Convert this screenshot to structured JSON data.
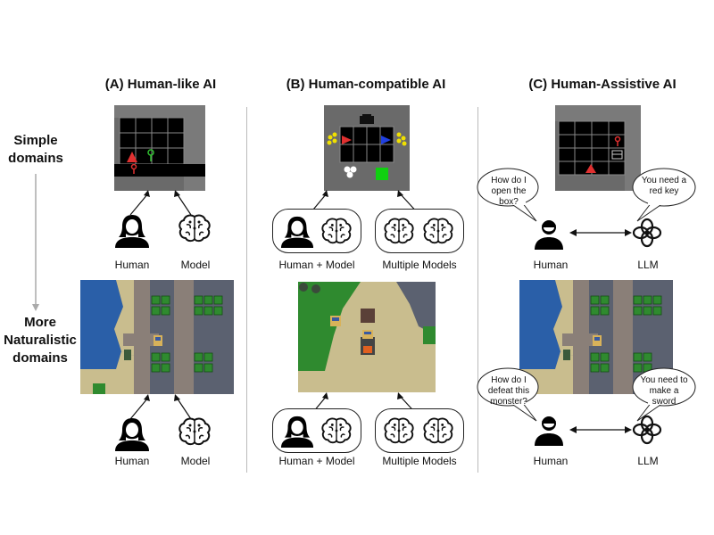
{
  "columns": {
    "a_title": "(A) Human-like AI",
    "b_title": "(B) Human-compatible AI",
    "c_title": "(C) Human-Assistive AI"
  },
  "rows": {
    "simple_line1": "Simple",
    "simple_line2": "domains",
    "naturalistic_line1": "More",
    "naturalistic_line2": "Naturalistic",
    "naturalistic_line3": "domains"
  },
  "captions": {
    "human": "Human",
    "model": "Model",
    "human_plus_model": "Human + Model",
    "multiple_models": "Multiple Models",
    "llm": "LLM"
  },
  "speech": {
    "simple_human": "How do I open the box?",
    "simple_llm": "You need a red key",
    "naturalistic_human": "How do I defeat this monster?",
    "naturalistic_llm": "You need to make a sword"
  },
  "colors": {
    "grid_gray": "#6a6a6a",
    "red_agent": "#e03030",
    "blue_agent": "#2040e0",
    "green_key": "#30c030",
    "yellow_coin": "#f0e000",
    "green_goal": "#10d010",
    "water": "#2a5fa8",
    "sand": "#c9bd8e",
    "grass": "#2f8a2f",
    "rock": "#5b6170"
  },
  "icons": [
    "person-icon",
    "brain-icon",
    "llm-knot-icon",
    "key-icon",
    "triangle-agent-icon"
  ]
}
